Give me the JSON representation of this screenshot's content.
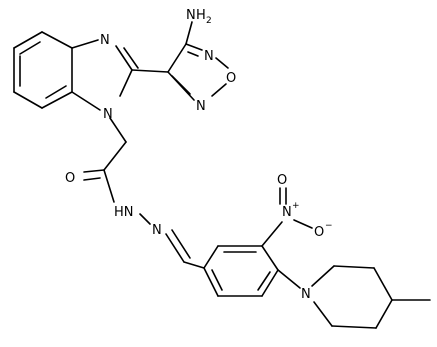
{
  "molecule": {
    "atoms": {
      "amine_n": "N",
      "amine_h": "H",
      "amine_h_count": "2",
      "oxadiazole_n_top": "N",
      "oxadiazole_n_bottom": "N",
      "oxadiazole_o": "O",
      "benzimidazole_n3": "N",
      "benzimidazole_n1": "N",
      "carbonyl_o": "O",
      "hydrazide_nh": "HN",
      "hydrazone_n": "N",
      "nitro_n": "N",
      "nitro_n_charge": "+",
      "nitro_o_top": "O",
      "nitro_o_side": "O",
      "nitro_o_charge": "−",
      "piperidine_n": "N"
    }
  }
}
